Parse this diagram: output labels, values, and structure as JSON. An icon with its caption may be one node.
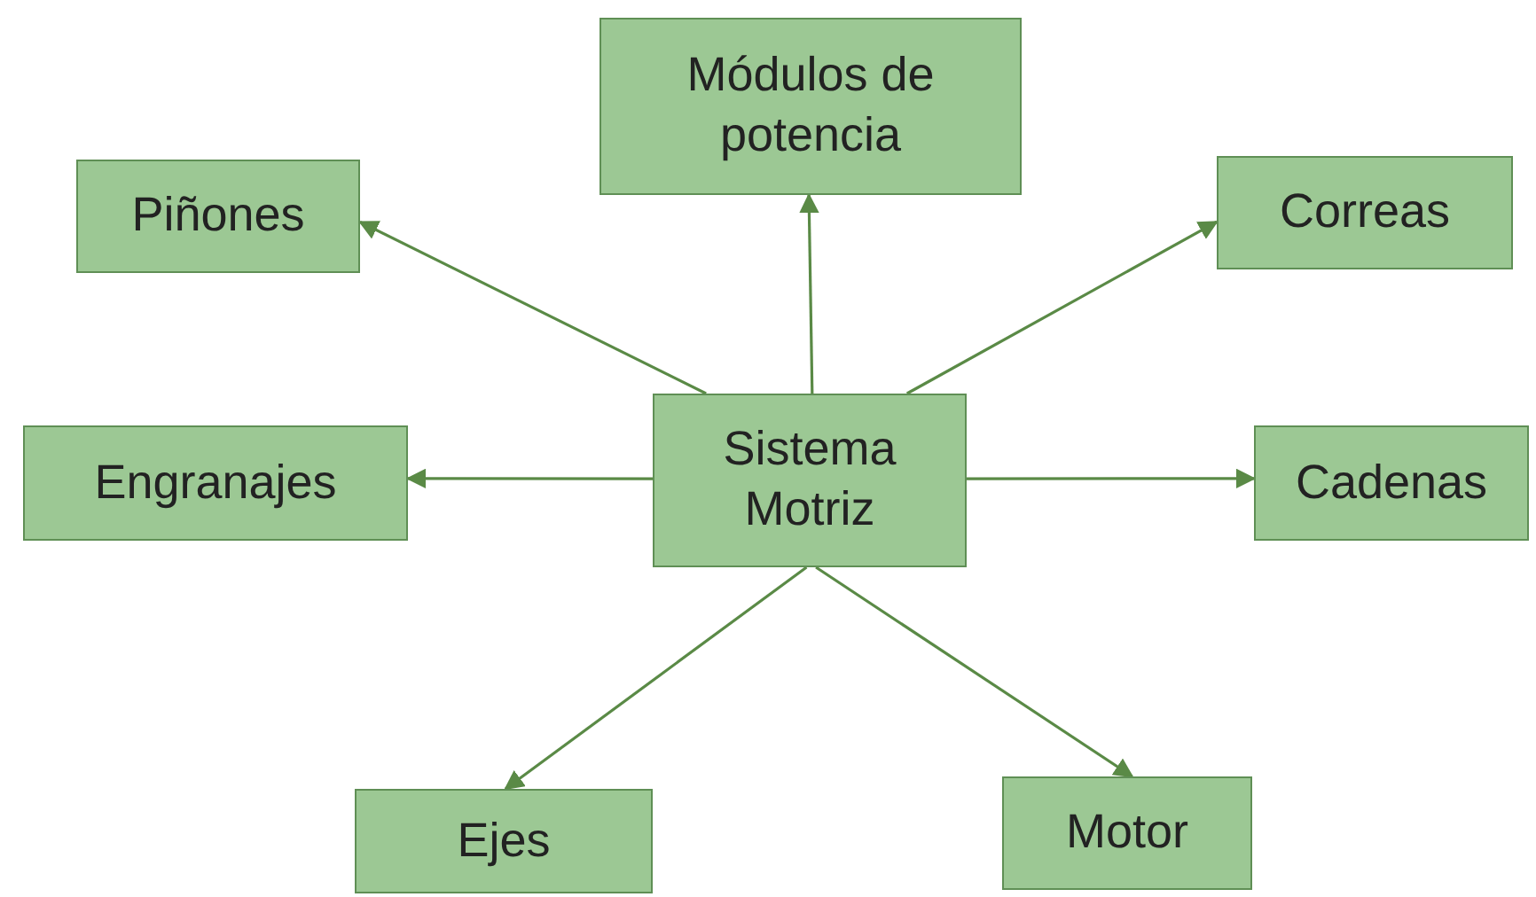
{
  "diagram": {
    "nodes": [
      {
        "text": [
          "Módulos de potencia"
        ]
      },
      {
        "text": [
          "Piñones"
        ]
      },
      {
        "text": [
          "Correas"
        ]
      },
      {
        "text": [
          "Engranajes"
        ]
      },
      {
        "text": [
          "Sistema Motriz"
        ]
      },
      {
        "text": [
          "Cadenas"
        ]
      },
      {
        "text": [
          "Ejes"
        ]
      },
      {
        "text": [
          "Motor"
        ]
      }
    ],
    "edges": [
      {
        "from": 4,
        "to": 0,
        "arrow": "to"
      },
      {
        "from": 4,
        "to": 1,
        "arrow": "to"
      },
      {
        "from": 4,
        "to": 2,
        "arrow": "to"
      },
      {
        "from": 4,
        "to": 3,
        "arrow": "to"
      },
      {
        "from": 4,
        "to": 5,
        "arrow": "to"
      },
      {
        "from": 4,
        "to": 6,
        "arrow": "to"
      },
      {
        "from": 4,
        "to": 7,
        "arrow": "to"
      }
    ]
  }
}
